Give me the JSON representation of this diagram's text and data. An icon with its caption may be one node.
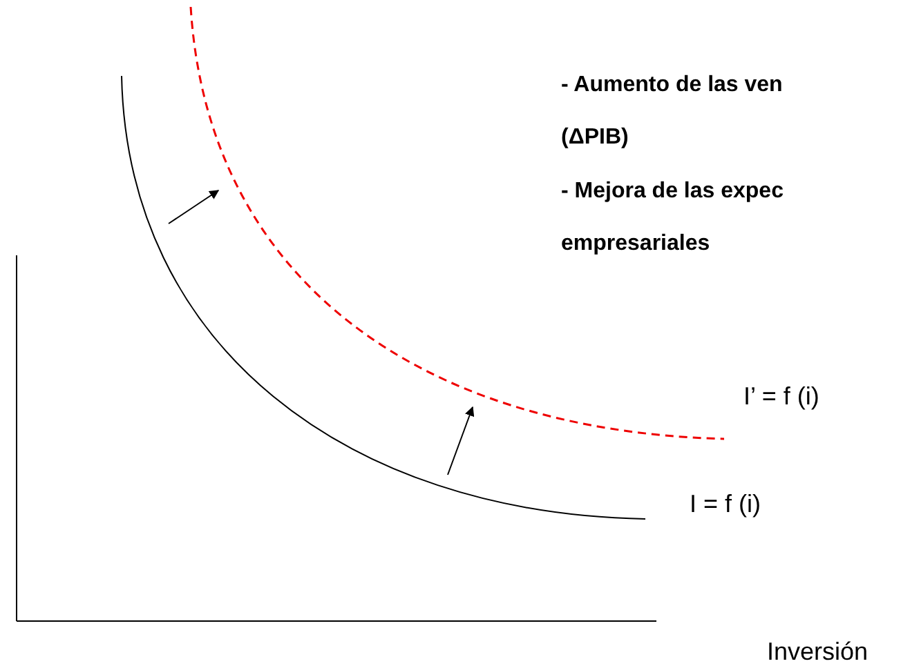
{
  "diagram": {
    "labels": [
      "- Aumento de las ven",
      "(ΔPIB)",
      "- Mejora de las expec",
      "empresariales",
      "I’ = f (i)",
      "I = f (i)",
      "Inversión"
    ]
  }
}
